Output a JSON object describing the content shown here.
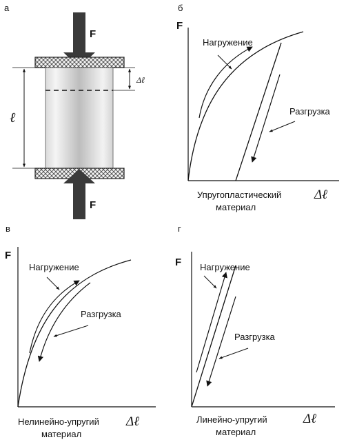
{
  "panels": {
    "a": {
      "letter": "а",
      "force_top": "F",
      "force_bottom": "F",
      "length_symbol": "ℓ",
      "delta_symbol": "Δℓ"
    },
    "b": {
      "letter": "б",
      "y_axis": "F",
      "x_axis": "Δℓ",
      "loading": "Нагружение",
      "unloading": "Разгрузка",
      "caption_lines": [
        "Упругопластический",
        "материал"
      ]
    },
    "v": {
      "letter": "в",
      "y_axis": "F",
      "x_axis": "Δℓ",
      "loading": "Нагружение",
      "unloading": "Разгрузка",
      "caption_lines": [
        "Нелинейно-упругий",
        "материал"
      ]
    },
    "g": {
      "letter": "г",
      "y_axis": "F",
      "x_axis": "Δℓ",
      "loading": "Нагружение",
      "unloading": "Разгрузка",
      "caption_lines": [
        "Линейно-упругий",
        "материал"
      ]
    }
  },
  "colors": {
    "ink": "#111111",
    "force_arrow": "#3a3a3a",
    "plate": "#555555"
  }
}
